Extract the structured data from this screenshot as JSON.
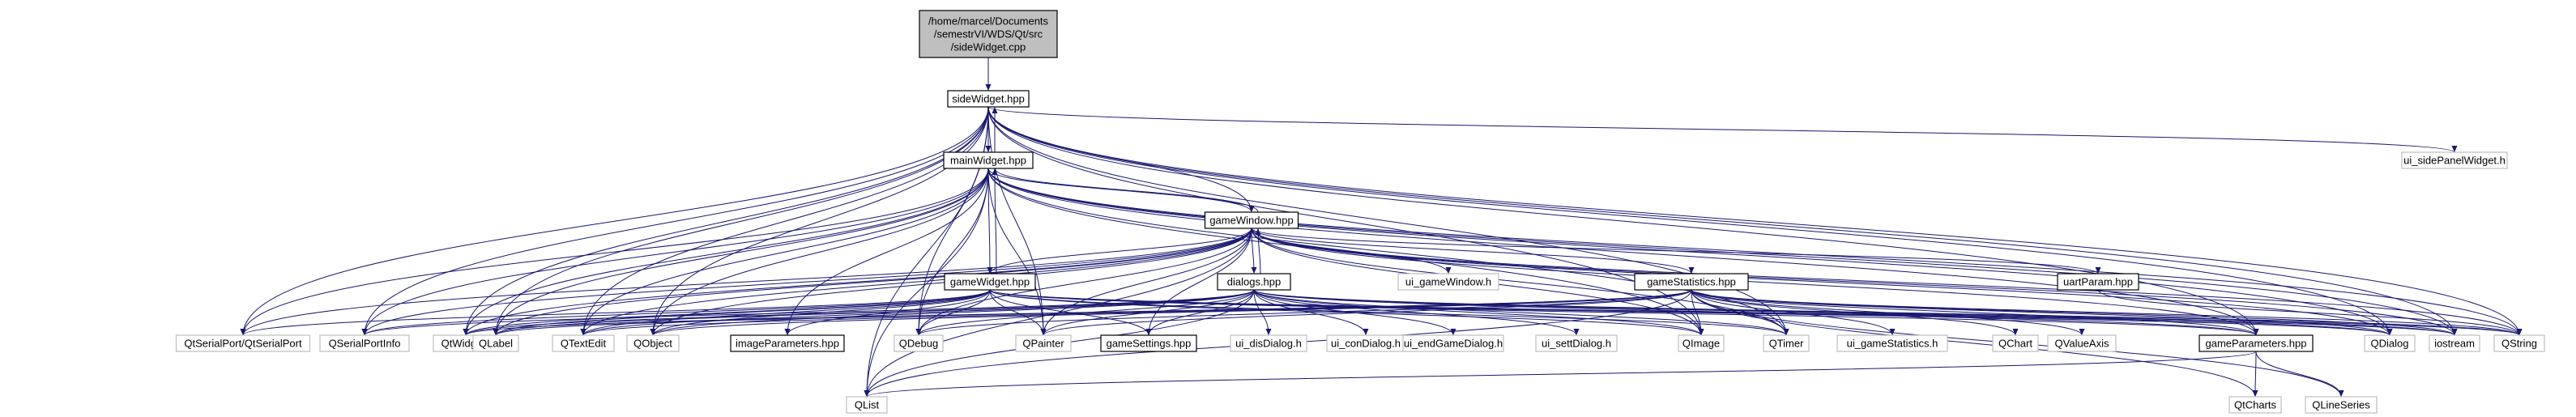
{
  "colors": {
    "edge": "#191970",
    "root_fill": "#bfbfbf",
    "doc_border": "#000000",
    "ext_border": "#bfbfbf"
  },
  "nodes": [
    {
      "id": "root",
      "label": "/home/marcel/Documents\n/semestrVI/WDS/Qt/src\n/sideWidget.cpp",
      "kind": "root"
    },
    {
      "id": "sideWidget",
      "label": "sideWidget.hpp",
      "kind": "doc"
    },
    {
      "id": "mainWidget",
      "label": "mainWidget.hpp",
      "kind": "doc"
    },
    {
      "id": "gameWindow",
      "label": "gameWindow.hpp",
      "kind": "doc"
    },
    {
      "id": "gameWidget",
      "label": "gameWidget.hpp",
      "kind": "doc"
    },
    {
      "id": "dialogs",
      "label": "dialogs.hpp",
      "kind": "doc"
    },
    {
      "id": "gameStatistics",
      "label": "gameStatistics.hpp",
      "kind": "doc"
    },
    {
      "id": "uartParam",
      "label": "uartParam.hpp",
      "kind": "doc"
    },
    {
      "id": "imageParameters",
      "label": "imageParameters.hpp",
      "kind": "doc"
    },
    {
      "id": "gameSettings",
      "label": "gameSettings.hpp",
      "kind": "doc"
    },
    {
      "id": "gameParameters",
      "label": "gameParameters.hpp",
      "kind": "doc"
    },
    {
      "id": "ui_sidePanelWidget",
      "label": "ui_sidePanelWidget.h",
      "kind": "ext"
    },
    {
      "id": "ui_gameWindow",
      "label": "ui_gameWindow.h",
      "kind": "ext"
    },
    {
      "id": "QSerialPort",
      "label": "QtSerialPort/QtSerialPort",
      "kind": "ext"
    },
    {
      "id": "QSerialPortInfo",
      "label": "QSerialPortInfo",
      "kind": "ext"
    },
    {
      "id": "QtWidgets",
      "label": "QtWidgets",
      "kind": "ext"
    },
    {
      "id": "QLabel",
      "label": "QLabel",
      "kind": "ext"
    },
    {
      "id": "QTextEdit",
      "label": "QTextEdit",
      "kind": "ext"
    },
    {
      "id": "QObject",
      "label": "QObject",
      "kind": "ext"
    },
    {
      "id": "QDebug",
      "label": "QDebug",
      "kind": "ext"
    },
    {
      "id": "QPainter",
      "label": "QPainter",
      "kind": "ext"
    },
    {
      "id": "ui_disDialog",
      "label": "ui_disDialog.h",
      "kind": "ext"
    },
    {
      "id": "ui_conDialog",
      "label": "ui_conDialog.h",
      "kind": "ext"
    },
    {
      "id": "ui_endGameDialog",
      "label": "ui_endGameDialog.h",
      "kind": "ext"
    },
    {
      "id": "ui_settDialog",
      "label": "ui_settDialog.h",
      "kind": "ext"
    },
    {
      "id": "QImage",
      "label": "QImage",
      "kind": "ext"
    },
    {
      "id": "QTimer",
      "label": "QTimer",
      "kind": "ext"
    },
    {
      "id": "ui_gameStatistics",
      "label": "ui_gameStatistics.h",
      "kind": "ext"
    },
    {
      "id": "QChart",
      "label": "QChart",
      "kind": "ext"
    },
    {
      "id": "QValueAxis",
      "label": "QValueAxis",
      "kind": "ext"
    },
    {
      "id": "QDialog",
      "label": "QDialog",
      "kind": "ext"
    },
    {
      "id": "iostream",
      "label": "iostream",
      "kind": "ext"
    },
    {
      "id": "QString",
      "label": "QString",
      "kind": "ext"
    },
    {
      "id": "QList",
      "label": "QList",
      "kind": "ext"
    },
    {
      "id": "QtCharts",
      "label": "QtCharts",
      "kind": "ext"
    },
    {
      "id": "QLineSeries",
      "label": "QLineSeries",
      "kind": "ext"
    }
  ],
  "edges": [
    [
      "root",
      "sideWidget"
    ],
    [
      "sideWidget",
      "mainWidget"
    ],
    [
      "sideWidget",
      "ui_sidePanelWidget"
    ],
    [
      "sideWidget",
      "gameWindow"
    ],
    [
      "sideWidget",
      "QSerialPort"
    ],
    [
      "sideWidget",
      "QSerialPortInfo"
    ],
    [
      "sideWidget",
      "QtWidgets"
    ],
    [
      "sideWidget",
      "QLabel"
    ],
    [
      "sideWidget",
      "QTextEdit"
    ],
    [
      "sideWidget",
      "QObject"
    ],
    [
      "sideWidget",
      "QDebug"
    ],
    [
      "sideWidget",
      "QPainter"
    ],
    [
      "sideWidget",
      "QImage"
    ],
    [
      "sideWidget",
      "QTimer"
    ],
    [
      "sideWidget",
      "QDialog"
    ],
    [
      "sideWidget",
      "iostream"
    ],
    [
      "sideWidget",
      "QString"
    ],
    [
      "sideWidget",
      "QList"
    ],
    [
      "sideWidget",
      "gameParameters"
    ],
    [
      "mainWidget",
      "sideWidget"
    ],
    [
      "mainWidget",
      "gameWindow"
    ],
    [
      "mainWidget",
      "gameWidget"
    ],
    [
      "mainWidget",
      "QSerialPort"
    ],
    [
      "mainWidget",
      "QSerialPortInfo"
    ],
    [
      "mainWidget",
      "QtWidgets"
    ],
    [
      "mainWidget",
      "QLabel"
    ],
    [
      "mainWidget",
      "QTextEdit"
    ],
    [
      "mainWidget",
      "QObject"
    ],
    [
      "mainWidget",
      "QDebug"
    ],
    [
      "mainWidget",
      "QPainter"
    ],
    [
      "mainWidget",
      "QImage"
    ],
    [
      "mainWidget",
      "QTimer"
    ],
    [
      "mainWidget",
      "QDialog"
    ],
    [
      "mainWidget",
      "iostream"
    ],
    [
      "mainWidget",
      "QString"
    ],
    [
      "mainWidget",
      "QList"
    ],
    [
      "mainWidget",
      "gameParameters"
    ],
    [
      "mainWidget",
      "imageParameters"
    ],
    [
      "gameWindow",
      "mainWidget"
    ],
    [
      "gameWindow",
      "ui_gameWindow"
    ],
    [
      "gameWindow",
      "gameWidget"
    ],
    [
      "gameWindow",
      "dialogs"
    ],
    [
      "gameWindow",
      "gameStatistics"
    ],
    [
      "gameWindow",
      "uartParam"
    ],
    [
      "gameWindow",
      "QSerialPort"
    ],
    [
      "gameWindow",
      "QSerialPortInfo"
    ],
    [
      "gameWindow",
      "QtWidgets"
    ],
    [
      "gameWindow",
      "QLabel"
    ],
    [
      "gameWindow",
      "QTextEdit"
    ],
    [
      "gameWindow",
      "QObject"
    ],
    [
      "gameWindow",
      "QDebug"
    ],
    [
      "gameWindow",
      "QPainter"
    ],
    [
      "gameWindow",
      "QImage"
    ],
    [
      "gameWindow",
      "QTimer"
    ],
    [
      "gameWindow",
      "QDialog"
    ],
    [
      "gameWindow",
      "iostream"
    ],
    [
      "gameWindow",
      "QString"
    ],
    [
      "gameWindow",
      "QList"
    ],
    [
      "gameWindow",
      "gameParameters"
    ],
    [
      "gameWindow",
      "gameSettings"
    ],
    [
      "gameWidget",
      "mainWidget"
    ],
    [
      "gameWidget",
      "imageParameters"
    ],
    [
      "gameWidget",
      "gameSettings"
    ],
    [
      "gameWidget",
      "QSerialPort"
    ],
    [
      "gameWidget",
      "QSerialPortInfo"
    ],
    [
      "gameWidget",
      "QtWidgets"
    ],
    [
      "gameWidget",
      "QLabel"
    ],
    [
      "gameWidget",
      "QTextEdit"
    ],
    [
      "gameWidget",
      "QObject"
    ],
    [
      "gameWidget",
      "QDebug"
    ],
    [
      "gameWidget",
      "QPainter"
    ],
    [
      "gameWidget",
      "QImage"
    ],
    [
      "gameWidget",
      "QTimer"
    ],
    [
      "gameWidget",
      "QDialog"
    ],
    [
      "gameWidget",
      "iostream"
    ],
    [
      "gameWidget",
      "QString"
    ],
    [
      "gameWidget",
      "gameParameters"
    ],
    [
      "dialogs",
      "gameWindow"
    ],
    [
      "dialogs",
      "ui_disDialog"
    ],
    [
      "dialogs",
      "ui_conDialog"
    ],
    [
      "dialogs",
      "ui_endGameDialog"
    ],
    [
      "dialogs",
      "ui_settDialog"
    ],
    [
      "dialogs",
      "gameSettings"
    ],
    [
      "dialogs",
      "QSerialPortInfo"
    ],
    [
      "dialogs",
      "QtWidgets"
    ],
    [
      "dialogs",
      "QLabel"
    ],
    [
      "dialogs",
      "QTextEdit"
    ],
    [
      "dialogs",
      "QObject"
    ],
    [
      "dialogs",
      "QDebug"
    ],
    [
      "dialogs",
      "QPainter"
    ],
    [
      "dialogs",
      "QImage"
    ],
    [
      "dialogs",
      "QTimer"
    ],
    [
      "dialogs",
      "QDialog"
    ],
    [
      "dialogs",
      "iostream"
    ],
    [
      "dialogs",
      "QString"
    ],
    [
      "dialogs",
      "QList"
    ],
    [
      "dialogs",
      "gameParameters"
    ],
    [
      "gameStatistics",
      "ui_gameStatistics"
    ],
    [
      "gameStatistics",
      "QChart"
    ],
    [
      "gameStatistics",
      "QValueAxis"
    ],
    [
      "gameStatistics",
      "QtCharts"
    ],
    [
      "gameStatistics",
      "QLineSeries"
    ],
    [
      "gameStatistics",
      "QtWidgets"
    ],
    [
      "gameStatistics",
      "QLabel"
    ],
    [
      "gameStatistics",
      "QTextEdit"
    ],
    [
      "gameStatistics",
      "QObject"
    ],
    [
      "gameStatistics",
      "QDebug"
    ],
    [
      "gameStatistics",
      "QPainter"
    ],
    [
      "gameStatistics",
      "QImage"
    ],
    [
      "gameStatistics",
      "QTimer"
    ],
    [
      "gameStatistics",
      "QDialog"
    ],
    [
      "gameStatistics",
      "iostream"
    ],
    [
      "gameStatistics",
      "QString"
    ],
    [
      "gameStatistics",
      "QList"
    ],
    [
      "gameStatistics",
      "gameParameters"
    ],
    [
      "uartParam",
      "QString"
    ],
    [
      "gameParameters",
      "QList"
    ],
    [
      "gameParameters",
      "QtCharts"
    ],
    [
      "gameParameters",
      "QLineSeries"
    ]
  ]
}
